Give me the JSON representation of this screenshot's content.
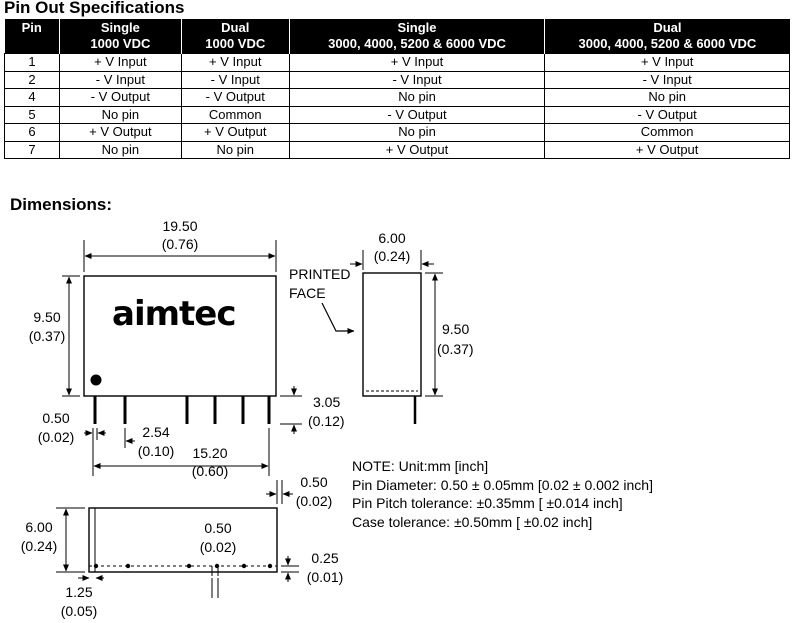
{
  "pin_title": "Pin Out Specifications",
  "table": {
    "headers": [
      [
        "Pin",
        ""
      ],
      [
        "Single",
        "1000 VDC"
      ],
      [
        "Dual",
        "1000 VDC"
      ],
      [
        "Single",
        "3000, 4000, 5200 & 6000 VDC"
      ],
      [
        "Dual",
        "3000, 4000, 5200 & 6000 VDC"
      ]
    ],
    "rows": [
      [
        "1",
        "+ V Input",
        "+ V Input",
        "+ V Input",
        "+ V Input"
      ],
      [
        "2",
        "- V Input",
        "- V Input",
        "- V Input",
        "- V Input"
      ],
      [
        "4",
        "- V Output",
        "- V Output",
        "No pin",
        "No pin"
      ],
      [
        "5",
        "No pin",
        "Common",
        "- V Output",
        "- V Output"
      ],
      [
        "6",
        "+ V Output",
        "+ V Output",
        "No pin",
        "Common"
      ],
      [
        "7",
        "No pin",
        "No pin",
        "+ V Output",
        "+ V Output"
      ]
    ]
  },
  "dim_title": "Dimensions:",
  "logo_text": "aimtec",
  "labels": {
    "width_mm": "19.50",
    "width_in": "(0.76)",
    "height_mm": "9.50",
    "height_in": "(0.37)",
    "depth_mm": "6.00",
    "depth_in": "(0.24)",
    "printed": "PRINTED",
    "face": "FACE",
    "side_height_mm": "9.50",
    "side_height_in": "(0.37)",
    "pin_len_mm": "3.05",
    "pin_len_in": "(0.12)",
    "pin_w_mm": "0.50",
    "pin_w_in": "(0.02)",
    "pitch_mm": "2.54",
    "pitch_in": "(0.10)",
    "span_mm": "15.20",
    "span_in": "(0.60)",
    "edge_mm": "0.50",
    "edge_in": "(0.02)",
    "bottom_h_mm": "6.00",
    "bottom_h_in": "(0.24)",
    "inner_mm": "0.50",
    "inner_in": "(0.02)",
    "thick_mm": "0.25",
    "thick_in": "(0.01)",
    "offset_mm": "1.25",
    "offset_in": "(0.05)"
  },
  "notes": [
    "NOTE: Unit:mm [inch]",
    "Pin Diameter: 0.50 ± 0.05mm [0.02 ± 0.002 inch]",
    "Pin Pitch tolerance: ±0.35mm [ ±0.014 inch]",
    "Case tolerance: ±0.50mm [ ±0.02 inch]"
  ]
}
